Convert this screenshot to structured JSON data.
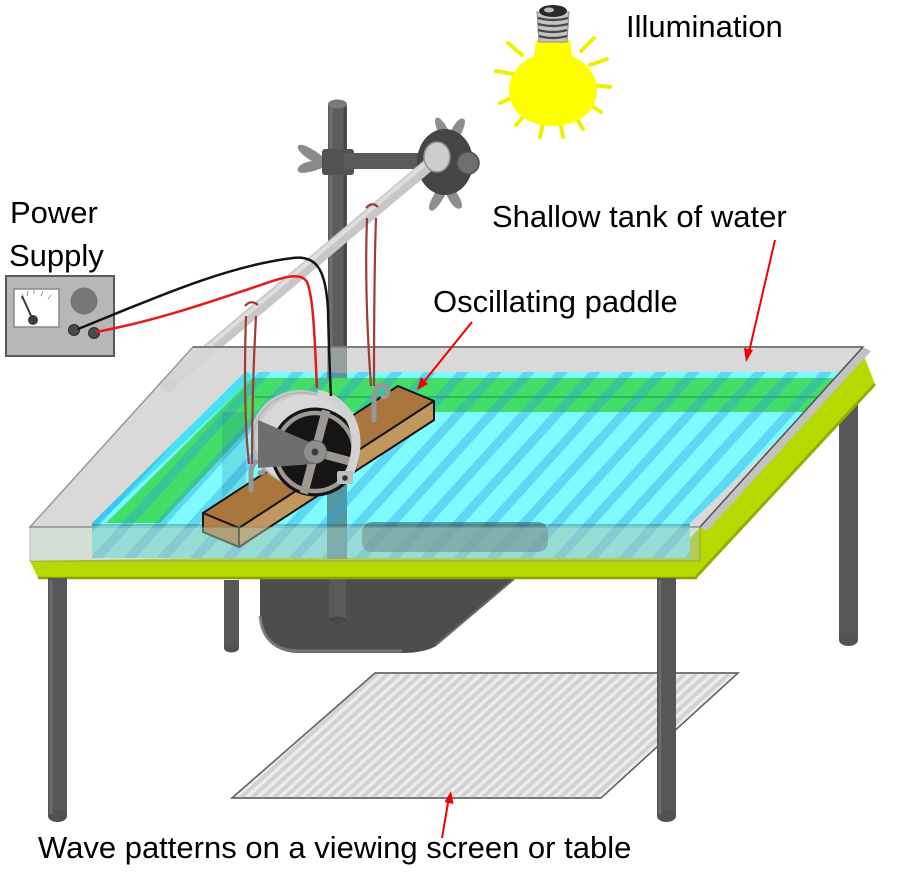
{
  "labels": {
    "illumination": "Illumination",
    "power_supply_line1": "Power",
    "power_supply_line2": "Supply",
    "shallow_tank": "Shallow tank of water",
    "oscillating_paddle": "Oscillating paddle",
    "wave_patterns": "Wave patterns on a viewing screen or table"
  },
  "colors": {
    "water_cyan": "#7dfbff",
    "water_stripe_blue": "#2e9fe0",
    "wave_edge_cyan": "#45e0f1",
    "wall_green": "#42de69",
    "table_chartreuse": "#b7d900",
    "table_edge_dark": "#8aa300",
    "glass_gray": "#d6d6d6",
    "wood_top_brown": "#aa763e",
    "wood_front_tan": "#c2975e",
    "wood_end_brown": "#b18149",
    "metal_dark_gray": "#4d4d4d",
    "metal_mid_gray": "#575757",
    "rod_light_gray": "#c7c7c7",
    "bulb_yellow": "#ffff00",
    "ray_yellow": "#efef00",
    "wire_black": "#141414",
    "wire_red": "#e41b1b",
    "elastic_band_red": "#a03a35",
    "arrow_red": "#f20000",
    "screen_gray": "#ededed",
    "screen_stripe": "#d2d2d2"
  }
}
